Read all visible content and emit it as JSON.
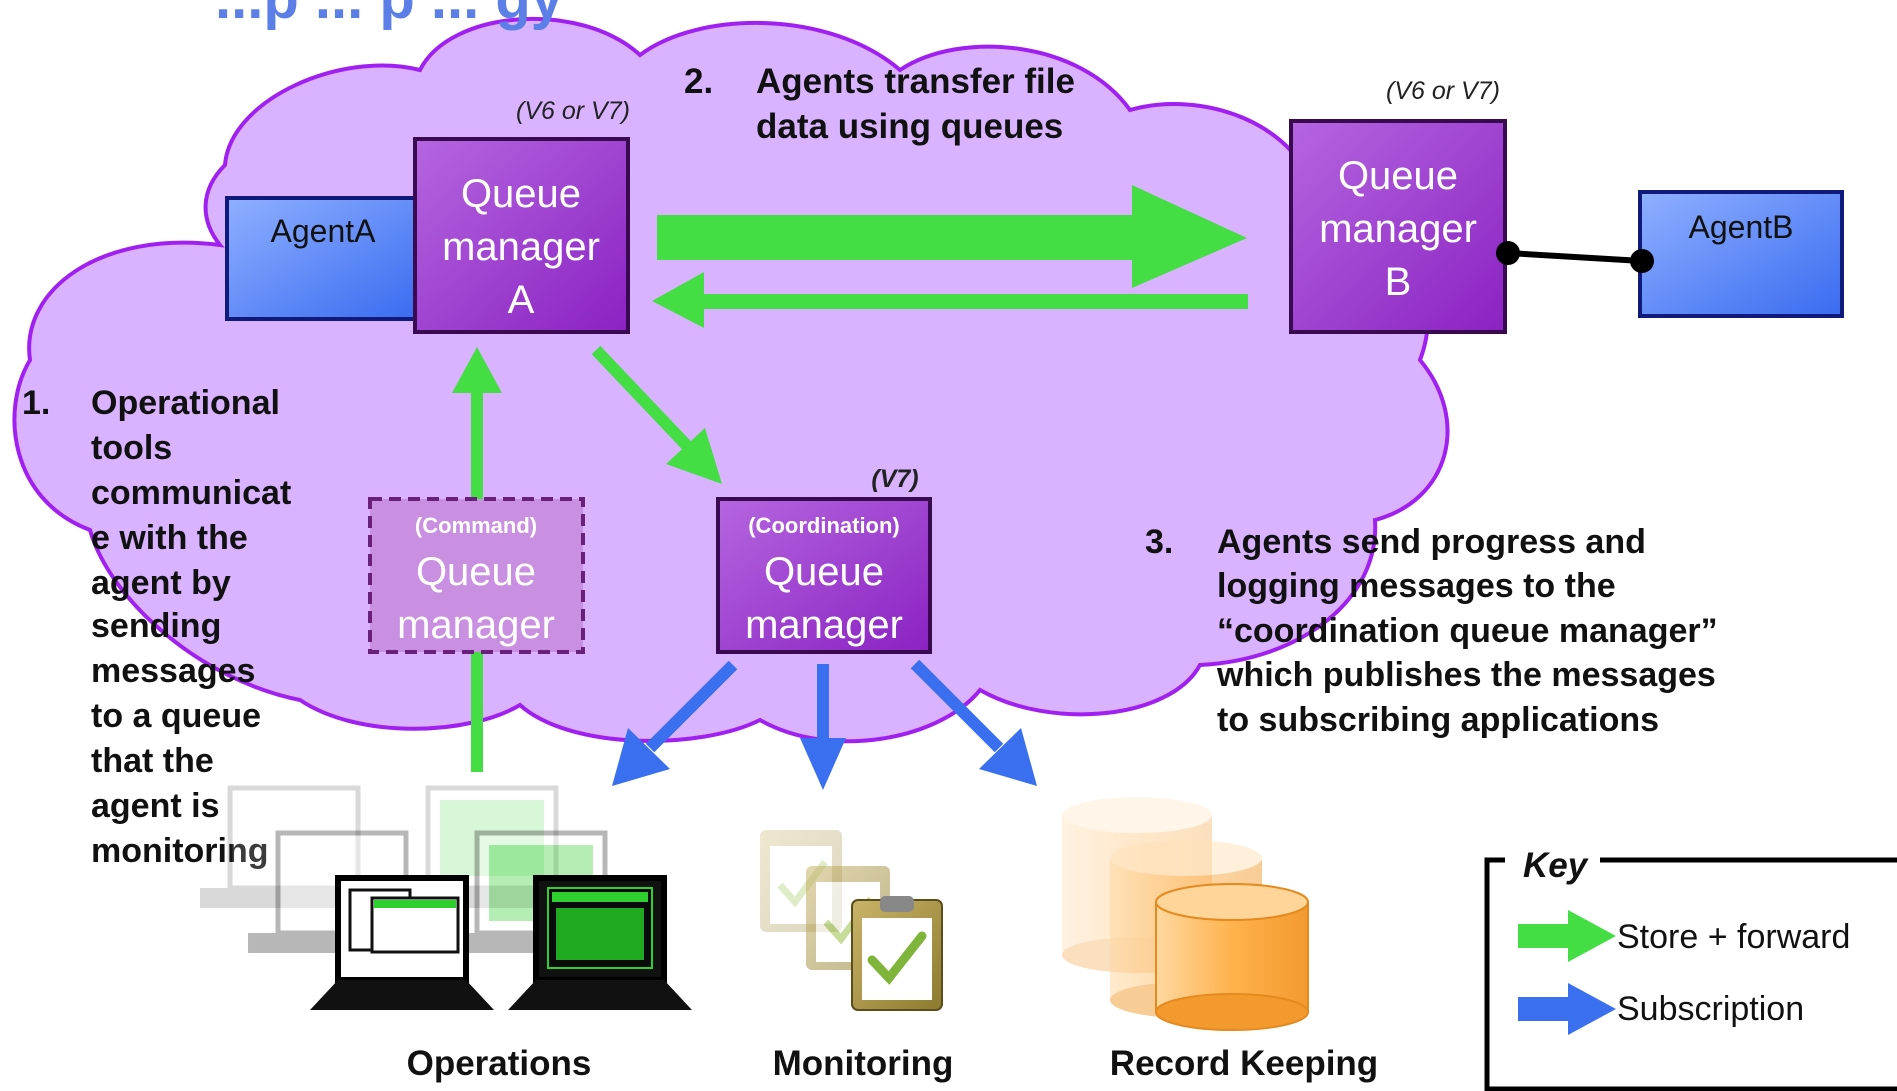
{
  "title_partial": "...p ... p ... gy",
  "nodes": {
    "agent_a": "AgentA",
    "agent_b": "AgentB",
    "qm_a": [
      "Queue",
      "manager",
      "A"
    ],
    "qm_a_version": "(V6 or V7)",
    "qm_b": [
      "Queue",
      "manager",
      "B"
    ],
    "qm_b_version": "(V6 or V7)",
    "qm_command_tag": "(Command)",
    "qm_command": [
      "Queue",
      "manager"
    ],
    "qm_coord_tag": "(Coordination)",
    "qm_coord": [
      "Queue",
      "manager"
    ],
    "qm_coord_version": "(V7)"
  },
  "steps": {
    "step2": {
      "num": "2.",
      "lines": [
        "Agents transfer file",
        "data using queues"
      ]
    },
    "step1": {
      "num": "1.",
      "lines": [
        "Operational",
        "tools",
        "communicat",
        "e with the",
        "agent by",
        "sending",
        "messages",
        "to a queue",
        "that the",
        "agent is",
        "monitoring"
      ]
    },
    "step3": {
      "num": "3.",
      "lines": [
        "Agents send progress and",
        "logging messages to the",
        "“coordination queue manager”",
        "which publishes the messages",
        "to subscribing applications"
      ]
    }
  },
  "consumers": {
    "operations": "Operations",
    "monitoring": "Monitoring",
    "record_keeping": "Record Keeping"
  },
  "key": {
    "title": "Key",
    "store_forward": "Store + forward",
    "subscription": "Subscription"
  },
  "colors": {
    "cloud_fill": "#D9B3FF",
    "cloud_stroke": "#A020F0",
    "queue_manager_fill": "#9933CC",
    "agent_fill": "#4D7FFF",
    "store_forward_arrow": "#44DD44",
    "subscription_arrow": "#3A6FF0"
  }
}
